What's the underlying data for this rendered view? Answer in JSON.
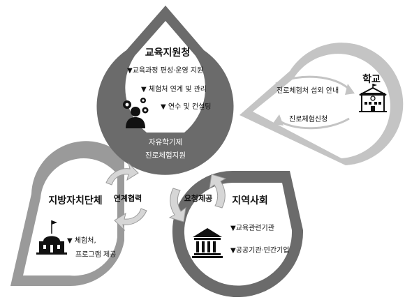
{
  "colors": {
    "dark": "#6b6b6b",
    "mid": "#9a9a9a",
    "light": "#c4c4c4",
    "arrow_fill": "#d6d6d6",
    "white": "#ffffff",
    "text": "#111111"
  },
  "edu_office": {
    "title": "교육지원청",
    "items": [
      "▼교육과정 편성·운영 지원",
      "▼ 체험처 연계 및 관리",
      "▼ 연수 및 컨설팅"
    ],
    "band_line1": "자유학기제",
    "band_line2": "진로체험지원",
    "icon": "staff-gears-icon"
  },
  "school": {
    "title": "학교",
    "arrow_top_label": "진로체험처 섭외 안내",
    "arrow_bottom_label": "진로체험신청",
    "icon": "school-building-icon"
  },
  "local_gov": {
    "title": "지방자치단체",
    "items_line1": "▼  체험처,",
    "items_line2": "프로그램 제공",
    "icon": "government-building-icon"
  },
  "community": {
    "title": "지역사회",
    "items": [
      "▼교육관련기관",
      "▼공공기관·민간기업"
    ],
    "icon": "institution-columns-icon"
  },
  "links": {
    "cooperation": "연계협력",
    "request": "요청제공"
  }
}
